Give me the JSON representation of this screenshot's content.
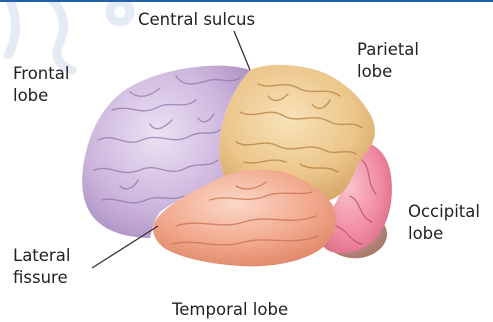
{
  "colors": {
    "top_rule": "#1f5fa8",
    "watermark": "#2b63b1",
    "frontal": "#cdb6dd",
    "parietal": "#ecc68b",
    "temporal": "#f2a98d",
    "occipital": "#f08aa2",
    "cerebellum": "#b27e72",
    "leader_line": "#333333"
  },
  "labels": {
    "central_sulcus": "Central sulcus",
    "parietal_line1": "Parietal",
    "parietal_line2": "lobe",
    "frontal_line1": "Frontal",
    "frontal_line2": "lobe",
    "occipital_line1": "Occipital",
    "occipital_line2": "lobe",
    "lateral_line1": "Lateral",
    "lateral_line2": "fissure",
    "temporal": "Temporal lobe"
  },
  "icons": {
    "watermark": "watermark-logo"
  }
}
